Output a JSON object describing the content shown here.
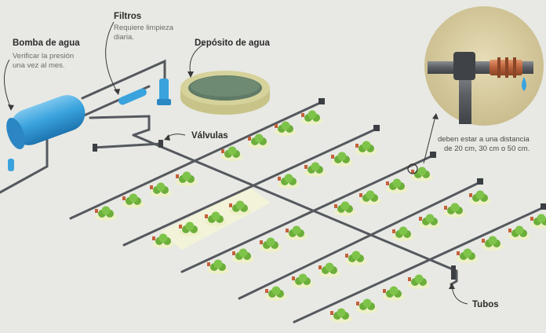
{
  "labels": {
    "pump": {
      "title": "Bomba de agua",
      "sub1": "Verificar la presión",
      "sub2": "una vez al mes."
    },
    "filters": {
      "title": "Filtros",
      "sub1": "Requiere limpieza",
      "sub2": "diaria."
    },
    "tank": {
      "title": "Depósito de agua"
    },
    "valves": {
      "title": "Válvulas"
    },
    "tubes": {
      "title": "Tubos"
    },
    "spacing": {
      "line1": "deben estar a una distancia",
      "line2": "de 20 cm, 30 cm o 50 cm."
    }
  },
  "colors": {
    "background": "#e8e9e4",
    "pipe": "#55595e",
    "tank_blue": "#3aa3dd",
    "plant": "#6cae3a",
    "soil": "#eef0c8",
    "dripper": "#c4613a",
    "detail_circle": "#d9cda3"
  }
}
